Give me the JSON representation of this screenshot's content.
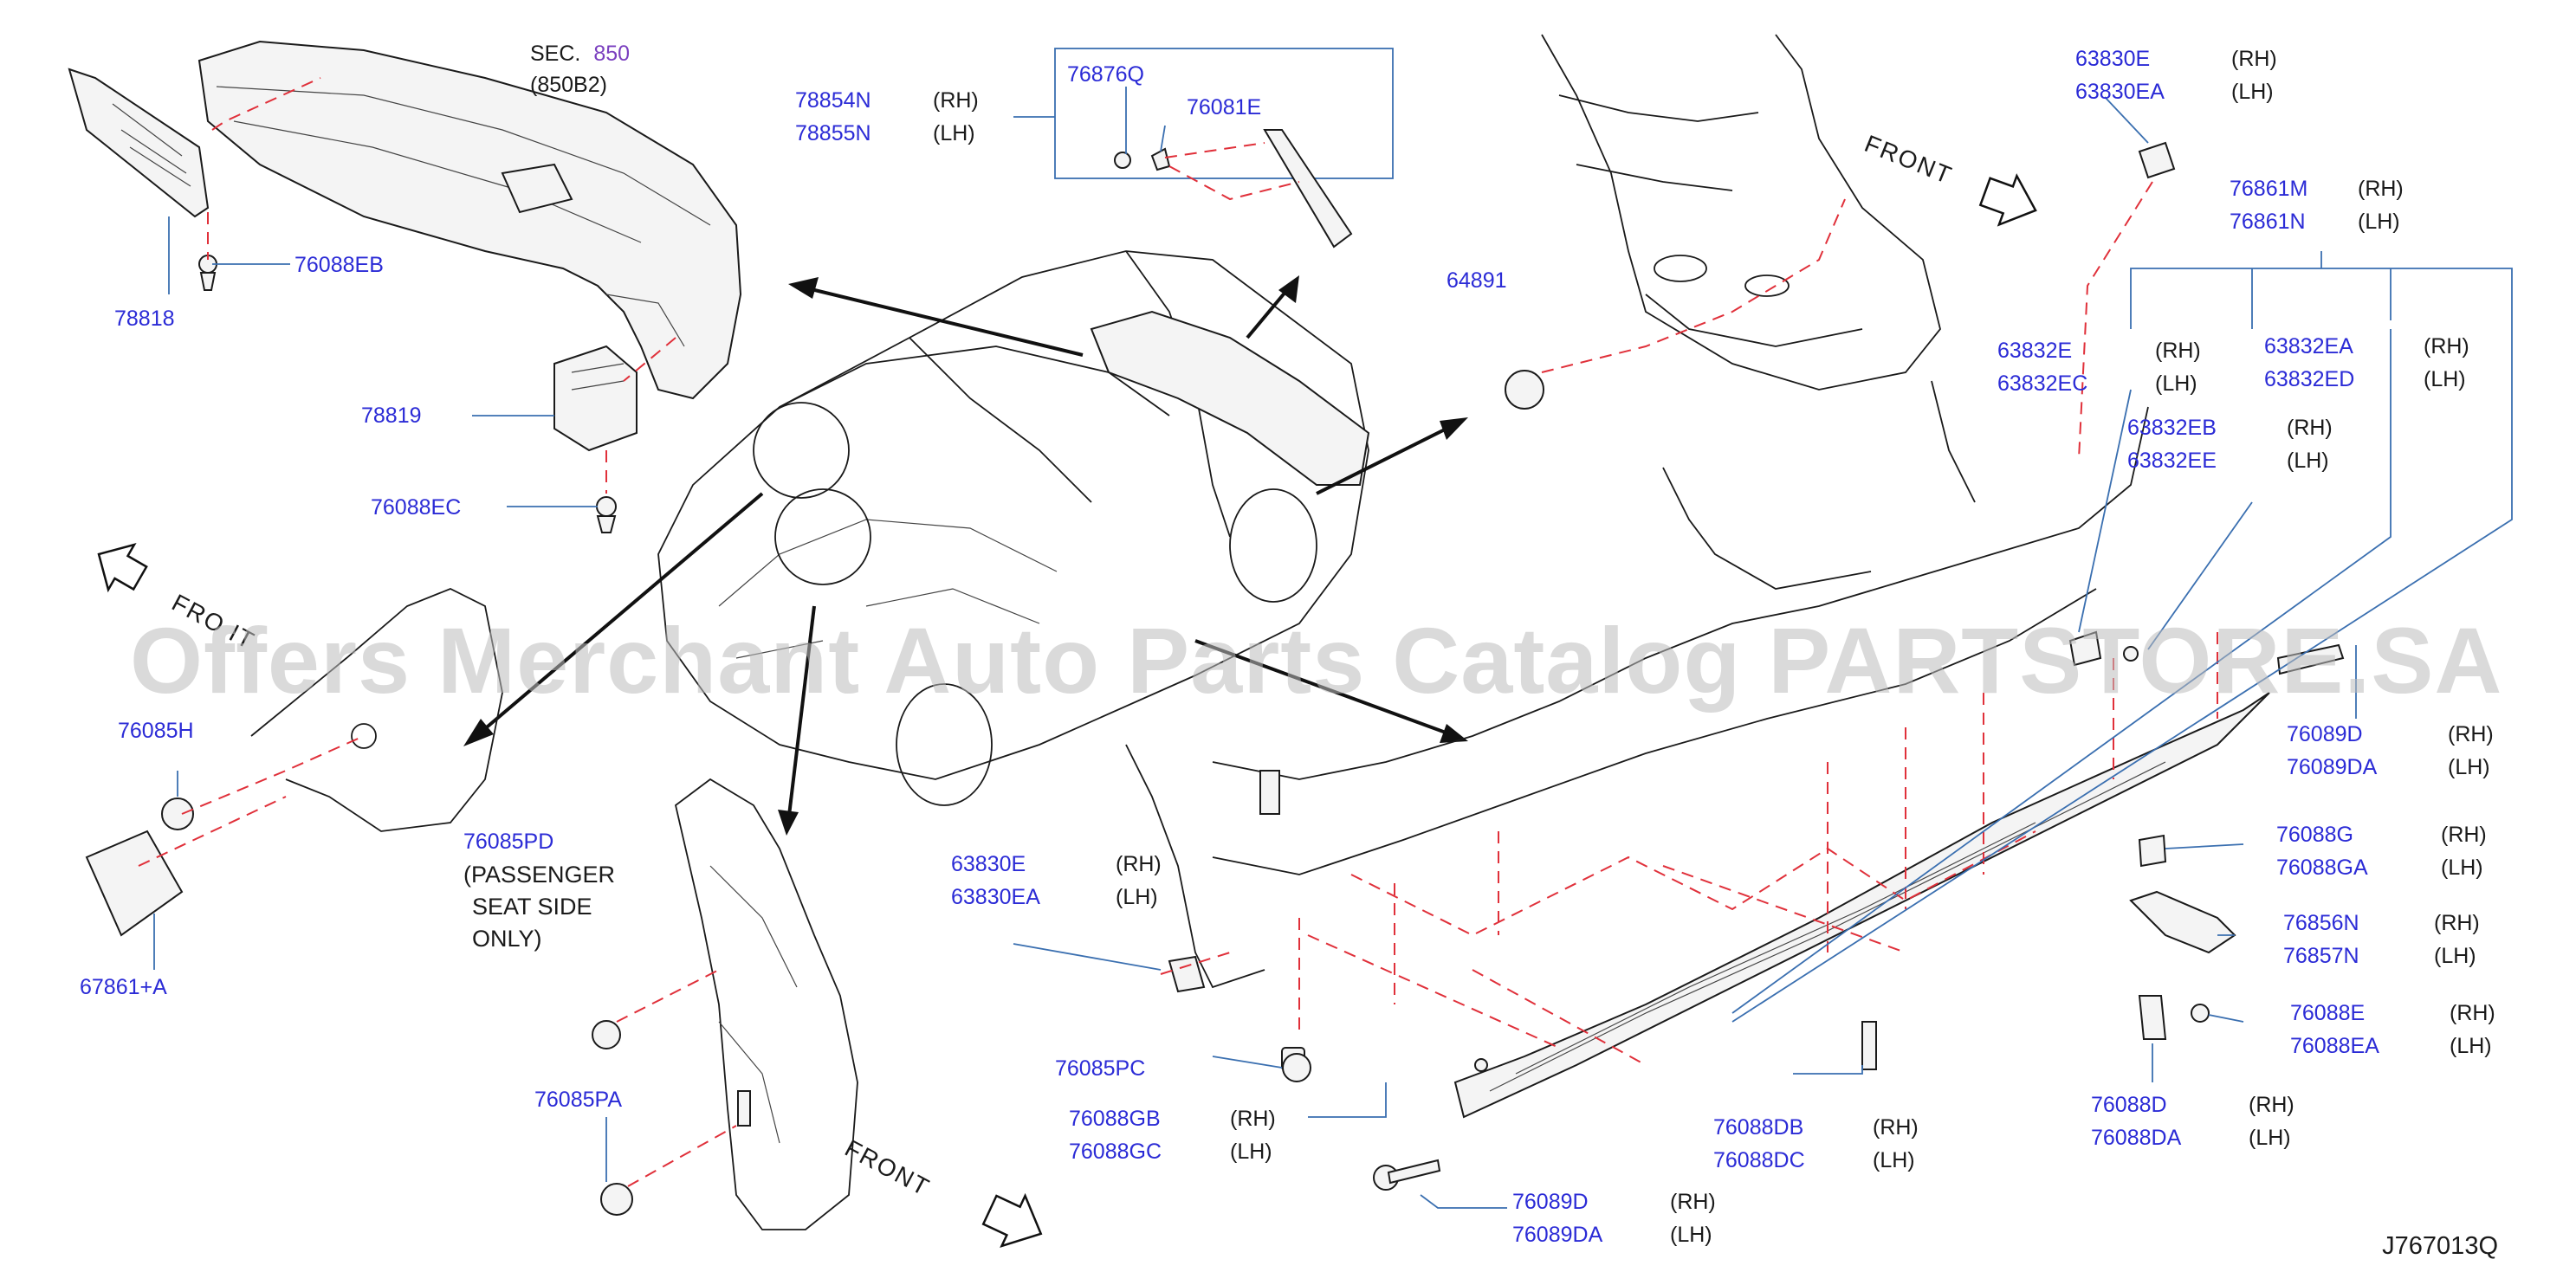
{
  "diagram": {
    "sec_ref": {
      "prefix": "SEC.",
      "number": "850",
      "sub": "(850B2)"
    },
    "labels": {
      "p78818": "78818",
      "p76088EB": "76088EB",
      "p78819": "78819",
      "p76088EC": "76088EC",
      "p78854N": "78854N",
      "p78855N": "78855N",
      "p76876Q": "76876Q",
      "p76081E": "76081E",
      "p64891": "64891",
      "p63830E_top": "63830E",
      "p63830EA_top": "63830EA",
      "p76861M": "76861M",
      "p76861N": "76861N",
      "p63832E": "63832E",
      "p63832EC": "63832EC",
      "p63832EA": "63832EA",
      "p63832ED": "63832ED",
      "p63832EB": "63832EB",
      "p63832EE": "63832EE",
      "p76085H": "76085H",
      "p67861A": "67861+A",
      "p76085PD": "76085PD",
      "p76085PA": "76085PA",
      "p63830E_low": "63830E",
      "p63830EA_low": "63830EA",
      "p76085PC": "76085PC",
      "p76088GB": "76088GB",
      "p76088GC": "76088GC",
      "p76089D_low": "76089D",
      "p76089DA_low": "76089DA",
      "p76088DB": "76088DB",
      "p76088DC": "76088DC",
      "p76089D_right": "76089D",
      "p76089DA_right": "76089DA",
      "p76088G": "76088G",
      "p76088GA": "76088GA",
      "p76856N": "76856N",
      "p76857N": "76857N",
      "p76088E": "76088E",
      "p76088EA": "76088EA",
      "p76088D": "76088D",
      "p76088DA": "76088DA"
    },
    "side": {
      "rh": "(RH)",
      "lh": "(LH)"
    },
    "note_lines": [
      "(PASSENGER",
      "SEAT  SIDE",
      "ONLY)"
    ],
    "front_label": "FRONT",
    "front_label_partial": "FRO  IT",
    "watermark": "Offers Merchant Auto Parts Catalog PARTSTORE.SA",
    "diagram_code": "J767013Q"
  },
  "colors": {
    "part_number": "#2b2bd6",
    "dash_line": "#e0303a",
    "leader_line": "#3a6fb0",
    "watermark": "#bdbdbd"
  }
}
